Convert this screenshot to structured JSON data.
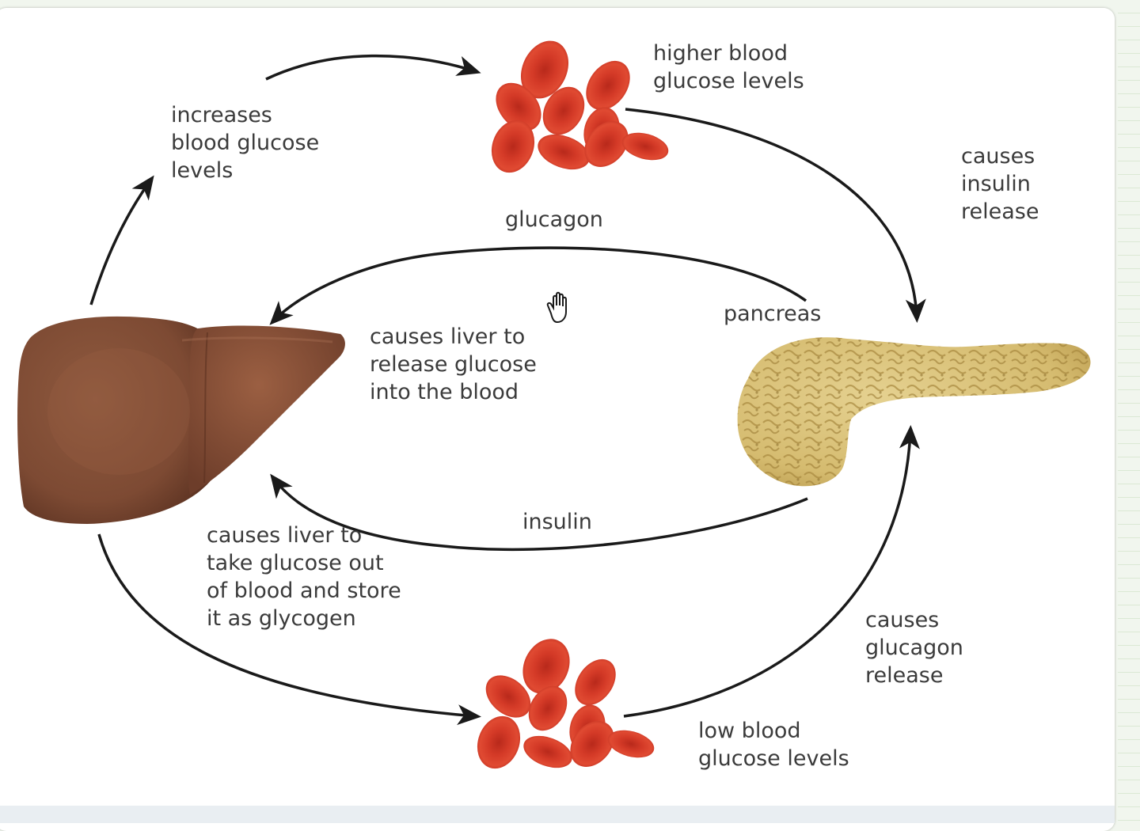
{
  "labels": {
    "increases_blood_glucose": "increases\nblood glucose\nlevels",
    "higher_blood_glucose": "higher blood\nglucose levels",
    "causes_insulin_release": "causes\ninsulin\nrelease",
    "glucagon": "glucagon",
    "pancreas": "pancreas",
    "liver_release_glucose": "causes liver to\nrelease glucose\ninto the blood",
    "insulin": "insulin",
    "liver_store_glycogen": "causes liver to\ntake glucose out\nof blood and store\nit as glycogen",
    "causes_glucagon_release": "causes\nglucagon\nrelease",
    "low_blood_glucose": "low blood\nglucose levels"
  },
  "colors": {
    "liver": "#8a5236",
    "blood_cell": "#d8402b",
    "pancreas": "#d9c27a",
    "arrow": "#1a1a1a"
  },
  "icons": [
    "hand-cursor-icon"
  ]
}
